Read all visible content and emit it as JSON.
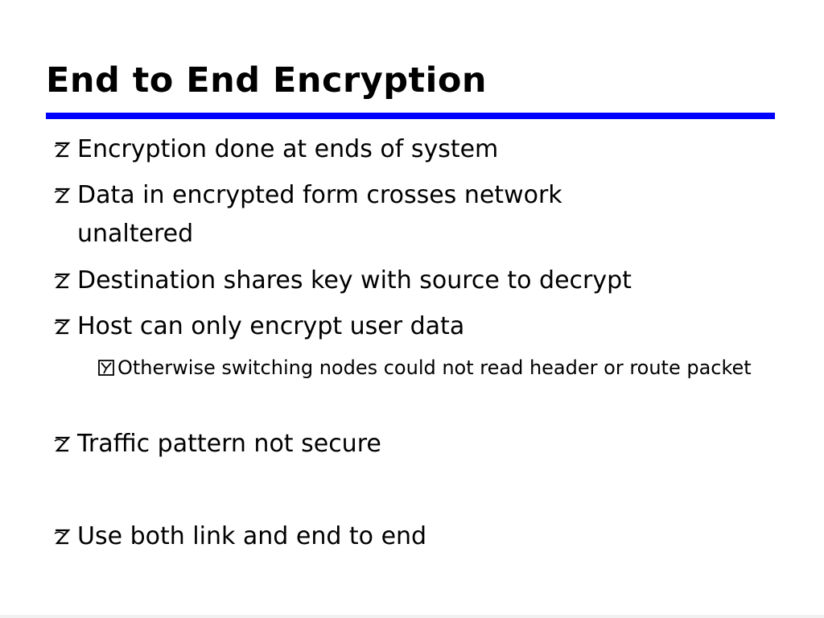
{
  "slide": {
    "title": "End to End Encryption",
    "bullets": [
      {
        "icon": "z-bullet-icon",
        "text": "Encryption done at ends of system"
      },
      {
        "icon": "z-bullet-icon",
        "text": "Data in encrypted form crosses network unaltered"
      },
      {
        "icon": "z-bullet-icon",
        "text": "Destination shares key with source to decrypt"
      },
      {
        "icon": "z-bullet-icon",
        "text": "Host can only encrypt user data"
      },
      {
        "icon": "y-checkbox-bullet-icon",
        "text": "Otherwise switching nodes could not read header or route packet"
      },
      {
        "icon": "z-bullet-icon",
        "text": "Traffic pattern not secure"
      },
      {
        "icon": "z-bullet-icon",
        "text": "Use both link and end to end"
      }
    ]
  },
  "colors": {
    "title_rule": "#0000ff",
    "text": "#000000",
    "background": "#ffffff"
  }
}
